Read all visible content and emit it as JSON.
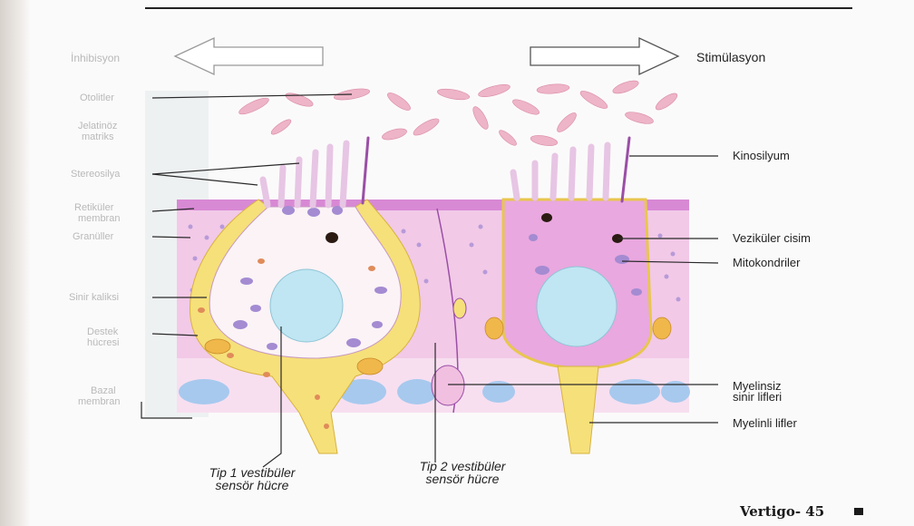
{
  "header": {
    "left_arrow_label": "İnhibisyon",
    "right_arrow_label": "Stimülasyon"
  },
  "labels_left": {
    "otolith": "Otolitler",
    "gel_matrix_line1": "Jelatinöz",
    "gel_matrix_line2": "matriks",
    "stereocilia": "Stereosilya",
    "reticular_line1": "Retiküler",
    "reticular_line2": "membran",
    "granules": "Granüller",
    "nerve_calyx": "Sinir kaliksi",
    "support_line1": "Destek",
    "support_line2": "hücresi",
    "basal_line1": "Bazal",
    "basal_line2": "membran"
  },
  "labels_right": {
    "kinocilium": "Kinosilyum",
    "vesicular_body": "Veziküler cisim",
    "mitochondria": "Mitokondriler",
    "unmyelinated_line1": "Myelinsiz",
    "unmyelinated_line2": "sinir lifleri",
    "myelinated": "Myelinli lifler"
  },
  "labels_bottom": {
    "type1_line1": "Tip 1 vestibüler",
    "type1_line2": "sensör hücre",
    "type2_line1": "Tip 2 vestibüler",
    "type2_line2": "sensör hücre"
  },
  "footer": {
    "page_label": "Vertigo- 45"
  },
  "colors": {
    "cell_pink": "#e9a8df",
    "nucleus_blue": "#bfe6f2",
    "nerve_yellow": "#f6e07a",
    "stereocilia": "#c77cc2",
    "basal_blue": "#a7c9ee"
  }
}
